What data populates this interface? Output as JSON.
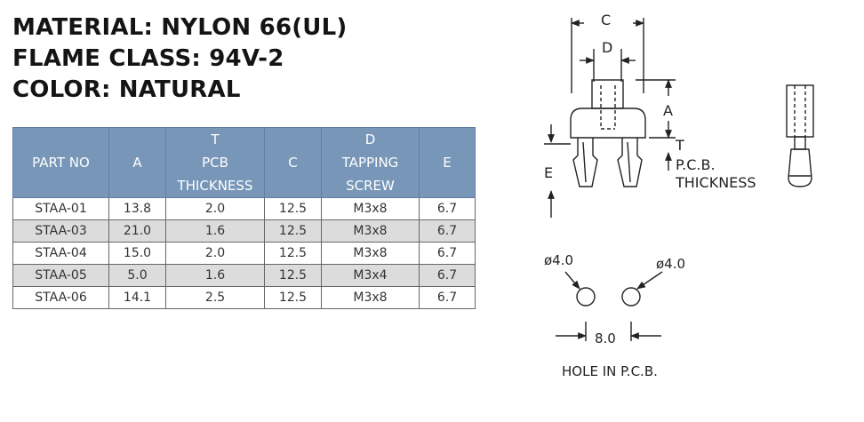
{
  "specs": {
    "material": "MATERIAL: NYLON 66(UL)",
    "flame": "FLAME CLASS: 94V-2",
    "color": "COLOR: NATURAL"
  },
  "table": {
    "headers": [
      {
        "lines": [
          "PART NO"
        ]
      },
      {
        "lines": [
          "A"
        ]
      },
      {
        "lines": [
          "T",
          "PCB",
          "THICKNESS"
        ]
      },
      {
        "lines": [
          "C"
        ]
      },
      {
        "lines": [
          "D",
          "TAPPING",
          "SCREW"
        ]
      },
      {
        "lines": [
          "E"
        ]
      }
    ],
    "rows": [
      [
        "STAA-01",
        "13.8",
        "2.0",
        "12.5",
        "M3x8",
        "6.7"
      ],
      [
        "STAA-03",
        "21.0",
        "1.6",
        "12.5",
        "M3x8",
        "6.7"
      ],
      [
        "STAA-04",
        "15.0",
        "2.0",
        "12.5",
        "M3x8",
        "6.7"
      ],
      [
        "STAA-05",
        "5.0",
        "1.6",
        "12.5",
        "M3x4",
        "6.7"
      ],
      [
        "STAA-06",
        "14.1",
        "2.5",
        "12.5",
        "M3x8",
        "6.7"
      ]
    ]
  },
  "drawing": {
    "label_c": "C",
    "label_d": "D",
    "label_a": "A",
    "label_t": "T",
    "label_e": "E",
    "pcb_line1": "P.C.B.",
    "pcb_line2": "THICKNESS",
    "hole_left": "ø4.0",
    "hole_right": "ø4.0",
    "spacing": "8.0",
    "hole_caption": "HOLE  IN  P.C.B."
  }
}
